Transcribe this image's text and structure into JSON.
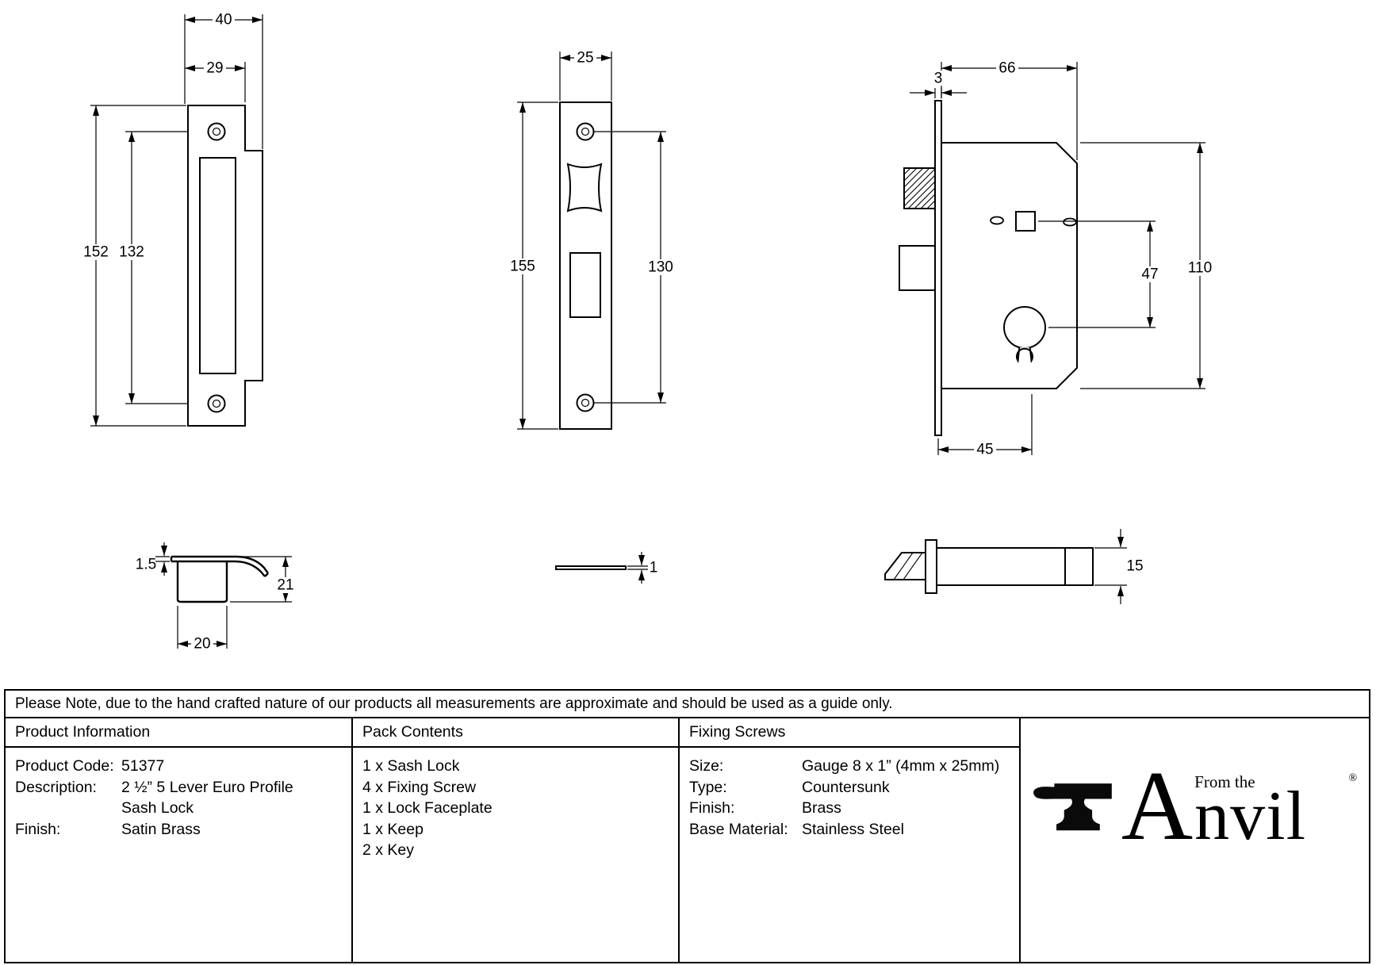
{
  "note": "Please Note, due to the hand crafted nature of our products all measurements are approximate and should be used as a guide only.",
  "dimensions": {
    "keep_front": {
      "overall_width": "40",
      "plate_width": "29",
      "plate_height": "152",
      "screw_spacing": "132"
    },
    "faceplate_front": {
      "width": "25",
      "height": "155",
      "screw_spacing": "130"
    },
    "lock_side": {
      "case_depth": "66",
      "faceplate_thickness": "3",
      "case_height": "110",
      "spindle_to_cylinder": "47",
      "backset": "45"
    },
    "keep_profile": {
      "thickness": "1.5",
      "depth": "21",
      "width": "20"
    },
    "faceplate_edge": {
      "thickness": "1"
    },
    "lock_edge": {
      "case_width": "15"
    }
  },
  "table": {
    "product_information": {
      "header": "Product Information",
      "rows": [
        {
          "label": "Product Code:",
          "value": "51377"
        },
        {
          "label": "Description:",
          "value": "2 ½” 5 Lever Euro Profile"
        },
        {
          "label": "",
          "value": "Sash Lock"
        },
        {
          "label": "Finish:",
          "value": "Satin Brass"
        }
      ]
    },
    "pack_contents": {
      "header": "Pack Contents",
      "items": [
        "1 x Sash Lock",
        "4 x Fixing Screw",
        "1 x Lock Faceplate",
        "1 x Keep",
        "2 x Key"
      ]
    },
    "fixing_screws": {
      "header": "Fixing Screws",
      "rows": [
        {
          "label": "Size:",
          "value": "Gauge 8 x 1” (4mm x 25mm)"
        },
        {
          "label": "Type:",
          "value": "Countersunk"
        },
        {
          "label": "Finish:",
          "value": "Brass"
        },
        {
          "label": "Base Material:",
          "value": "Stainless Steel"
        }
      ]
    }
  },
  "logo": {
    "a": "A",
    "from_the": "From the",
    "nvil": "nvil",
    "reg": "®"
  }
}
